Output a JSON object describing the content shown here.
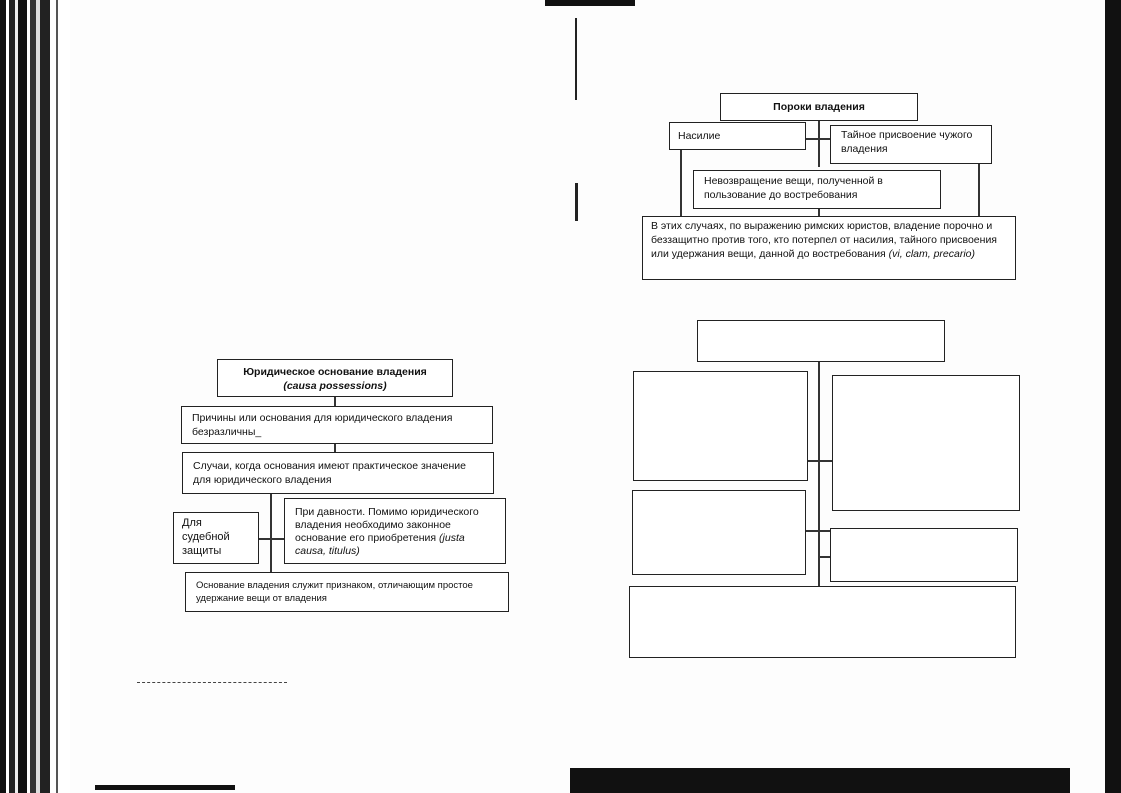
{
  "left_diagram": {
    "title": "Юридическое основание владения",
    "title_latin": "(causa possessions)",
    "box1": "Причины или основания для юридического владения безразличны_",
    "box2": "Случаи, когда основания имеют практическое значение для юридического владения",
    "box3_left": "Для судебной защиты",
    "box3_right_text": "При давности. Помимо юридического владения необходимо законное основание его приобретения",
    "box3_right_latin": "(justa causa, titulus)",
    "box4": "Основание владения служит признаком, отличающим простое удержание вещи от владения"
  },
  "right_diagram_top": {
    "title": "Пороки владения",
    "vice1": "Насилие",
    "vice2": "Тайное присвоение чужого владения",
    "vice3": "Невозвращение вещи, полученной в пользование до востребования",
    "summary_text": "В этих случаях, по выражению римских юристов, владение порочно и беззащитно против того, кто потерпел от насилия, тайного присвоения или удержания вещи, данной до востребования",
    "summary_latin": "(vi, clam, precario)"
  },
  "right_diagram_bottom": {
    "title": "",
    "box_a": "",
    "box_b": "",
    "box_c": "",
    "box_d": "",
    "box_e": ""
  }
}
